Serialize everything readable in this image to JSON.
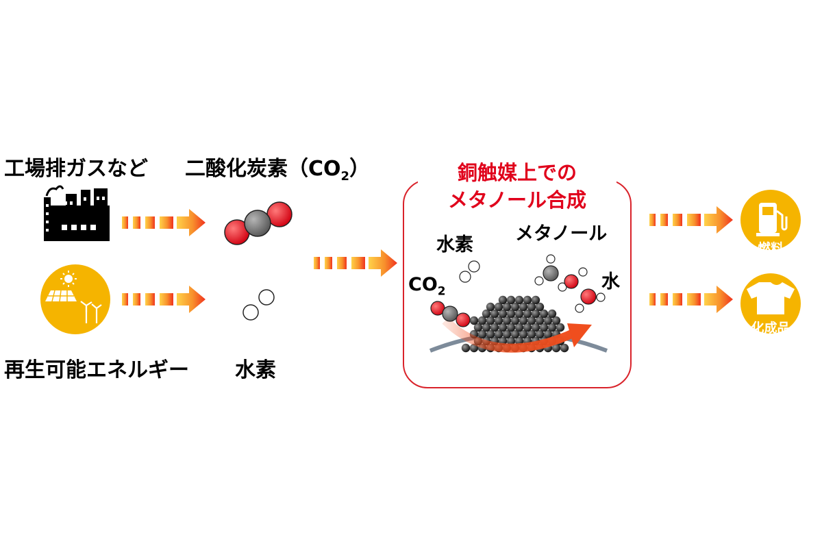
{
  "labels": {
    "factory": "工場排ガスなど",
    "co2_title_main": "二酸化炭素（CO",
    "co2_title_sub": "2",
    "co2_title_close": "）",
    "renewable": "再生可能エネルギー",
    "hydrogen": "水素"
  },
  "catalyst": {
    "title_line1": "銅触媒上での",
    "title_line2": "メタノール合成",
    "hydrogen": "水素",
    "methanol": "メタノール",
    "water": "水",
    "co2_main": "CO",
    "co2_sub": "2"
  },
  "products": {
    "fuel": "燃料",
    "chemical": "化成品"
  },
  "colors": {
    "accent_red": "#e0001b",
    "box_border": "#d9222a",
    "circle_yellow": "#f5b400",
    "arrow_start": "#ffd24a",
    "arrow_end": "#f0321e",
    "oxygen": "#e0001b",
    "carbon": "#7a7a7a"
  },
  "icons": [
    "factory-icon",
    "renewable-energy-icon",
    "fuel-pump-icon",
    "tshirt-icon",
    "co2-molecule-icon",
    "hydrogen-molecule-icon",
    "methanol-molecule-icon",
    "water-molecule-icon",
    "copper-catalyst-icon"
  ]
}
